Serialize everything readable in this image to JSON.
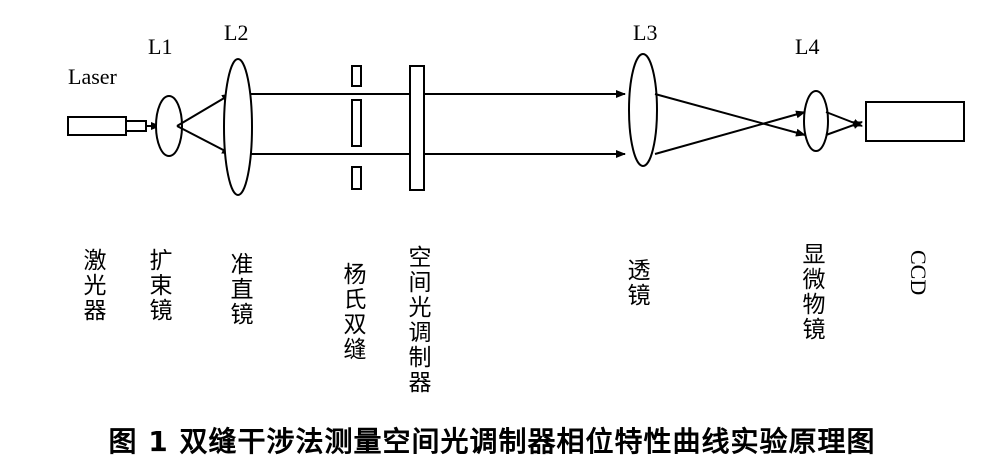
{
  "labels": {
    "laser": "Laser",
    "l1": "L1",
    "l2": "L2",
    "l3": "L3",
    "l4": "L4"
  },
  "components": {
    "laser": "激光器",
    "expander": "扩束镜",
    "collimator": "准直镜",
    "double_slit": "杨氏双缝",
    "slm": "空间光调制器",
    "lens": "透镜",
    "objective": "显微物镜",
    "ccd": "CCD"
  },
  "caption": "图 1 双缝干涉法测量空间光调制器相位特性曲线实验原理图"
}
